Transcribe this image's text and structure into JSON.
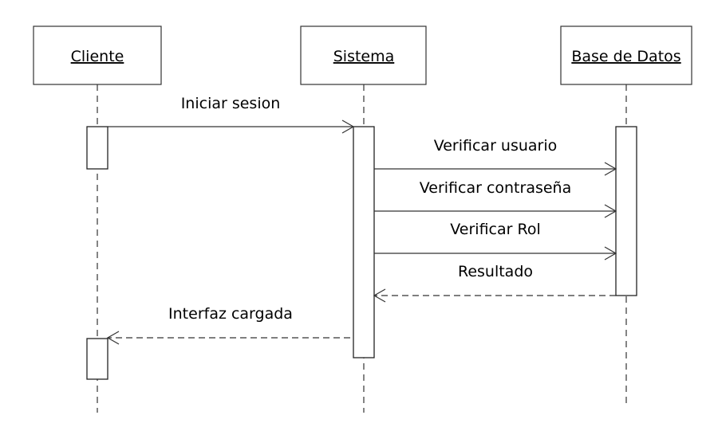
{
  "diagram": {
    "type": "sequence",
    "participants": {
      "cliente": "Cliente",
      "sistema": "Sistema",
      "base_de_datos": "Base de Datos"
    },
    "messages": [
      {
        "label": "Iniciar sesion",
        "from": "cliente",
        "to": "sistema",
        "style": "solid"
      },
      {
        "label": "Verificar usuario",
        "from": "sistema",
        "to": "base_de_datos",
        "style": "solid"
      },
      {
        "label": "Verificar contraseña",
        "from": "sistema",
        "to": "base_de_datos",
        "style": "solid"
      },
      {
        "label": "Verificar Rol",
        "from": "sistema",
        "to": "base_de_datos",
        "style": "solid"
      },
      {
        "label": "Resultado",
        "from": "base_de_datos",
        "to": "sistema",
        "style": "dashed"
      },
      {
        "label": "Interfaz cargada",
        "from": "sistema",
        "to": "cliente",
        "style": "dashed"
      }
    ]
  }
}
